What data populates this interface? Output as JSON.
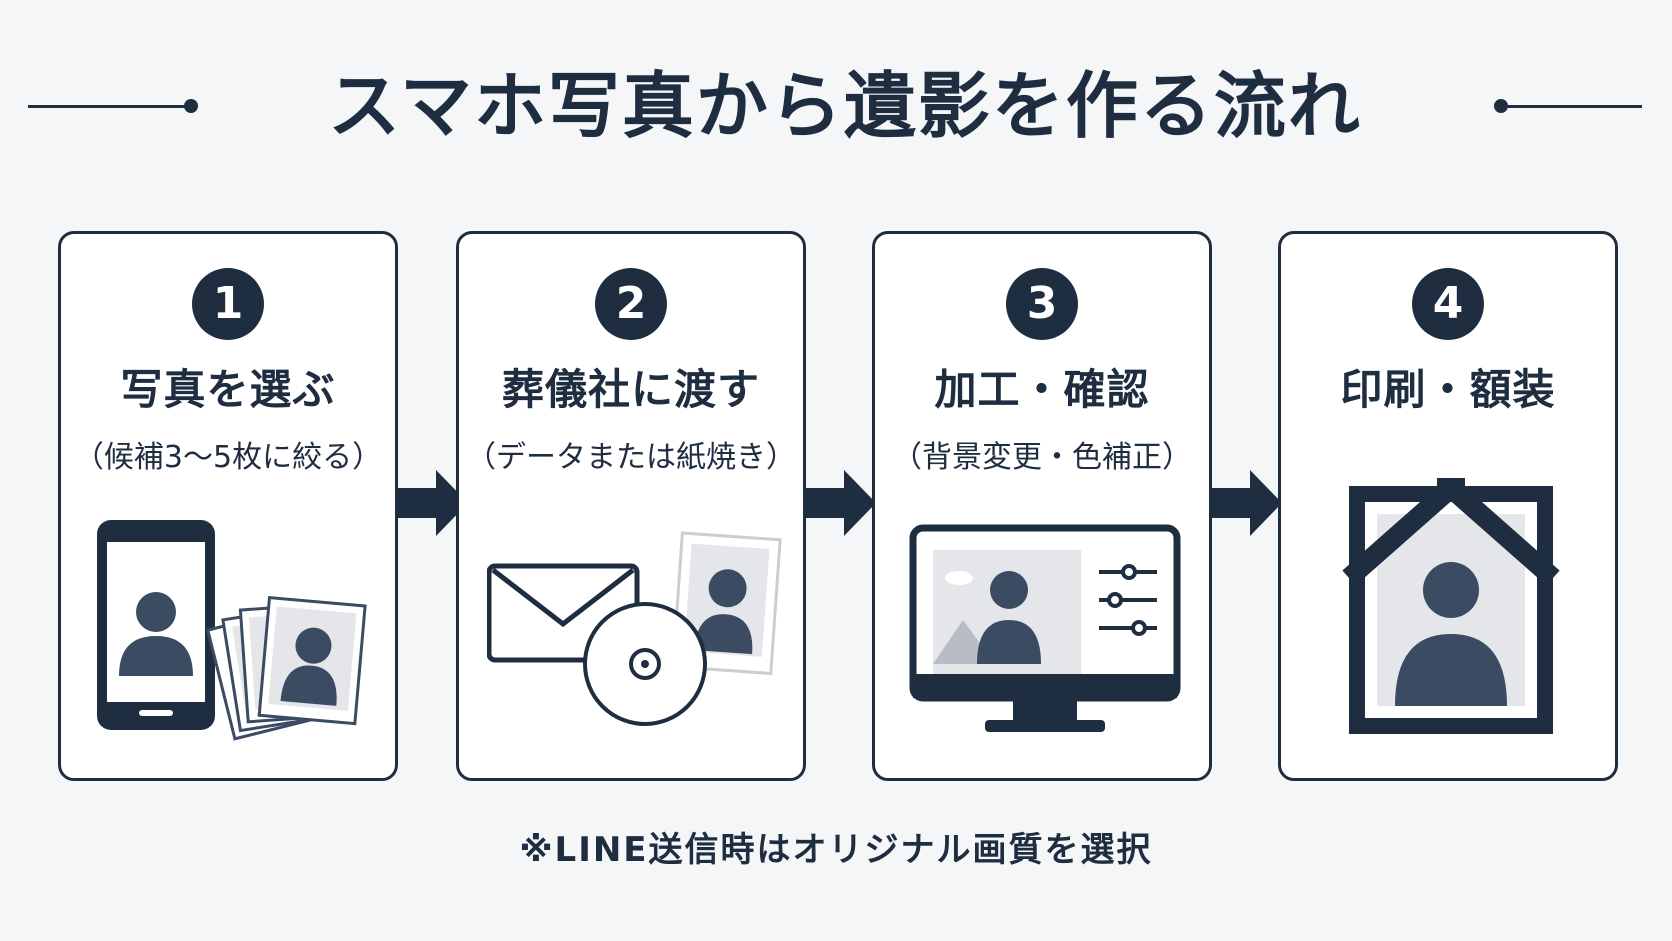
{
  "title": "スマホ写真から遺影を作る流れ",
  "steps": [
    {
      "number": "1",
      "title": "写真を選ぶ",
      "subtitle": "（候補3〜5枚に絞る）",
      "icon": "smartphone-photos-icon"
    },
    {
      "number": "2",
      "title": "葬儀社に渡す",
      "subtitle": "（データまたは紙焼き）",
      "icon": "mail-disc-photo-icon"
    },
    {
      "number": "3",
      "title": "加工・確認",
      "subtitle": "（背景変更・色補正）",
      "icon": "monitor-editing-icon"
    },
    {
      "number": "4",
      "title": "印刷・額装",
      "subtitle": "",
      "icon": "framed-portrait-ribbon-icon"
    }
  ],
  "note": "※LINE送信時はオリジナル画質を選択",
  "colors": {
    "navy": "#1f2d40",
    "background": "#f5f6f8",
    "card": "#ffffff",
    "silhouette": "#3b4b62",
    "photo_bg": "#e4e6ea"
  }
}
